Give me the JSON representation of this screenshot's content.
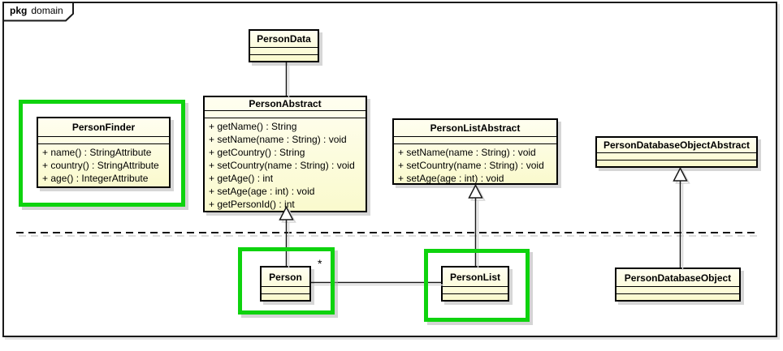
{
  "package": {
    "keyword": "pkg",
    "name": "domain"
  },
  "classes": {
    "personData": {
      "name": "PersonData",
      "ops": []
    },
    "personAbstract": {
      "name": "PersonAbstract",
      "ops": [
        "+ getName() : String",
        "+ setName(name : String) : void",
        "+ getCountry() : String",
        "+ setCountry(name : String) : void",
        "+ getAge() : int",
        "+ setAge(age : int) : void",
        "+ getPersonId() : int"
      ]
    },
    "personFinder": {
      "name": "PersonFinder",
      "ops": [
        "+ name() : StringAttribute",
        "+ country() : StringAttribute",
        "+ age() : IntegerAttribute"
      ]
    },
    "personListAbstract": {
      "name": "PersonListAbstract",
      "ops": [
        "+ setName(name : String) : void",
        "+ setCountry(name : String) : void",
        "+ setAge(age : int) : void"
      ]
    },
    "personDatabaseObjectAbstract": {
      "name": "PersonDatabaseObjectAbstract",
      "ops": []
    },
    "person": {
      "name": "Person",
      "ops": []
    },
    "personList": {
      "name": "PersonList",
      "ops": []
    },
    "personDatabaseObject": {
      "name": "PersonDatabaseObject",
      "ops": []
    }
  },
  "relationships": [
    {
      "from": "PersonData",
      "to": "PersonAbstract",
      "type": "association"
    },
    {
      "from": "Person",
      "to": "PersonAbstract",
      "type": "generalization"
    },
    {
      "from": "PersonList",
      "to": "PersonListAbstract",
      "type": "generalization"
    },
    {
      "from": "PersonDatabaseObject",
      "to": "PersonDatabaseObjectAbstract",
      "type": "generalization"
    },
    {
      "from": "Person",
      "to": "PersonList",
      "type": "association",
      "multiplicity": "*"
    }
  ],
  "highlighted": [
    "PersonFinder",
    "Person",
    "PersonList"
  ],
  "colors": {
    "highlight": "#0ED30E",
    "class_fill": "#FBFBD0",
    "class_border": "#000000",
    "frame_border": "#1A1A1A",
    "shadow": "#CDCDCD"
  }
}
